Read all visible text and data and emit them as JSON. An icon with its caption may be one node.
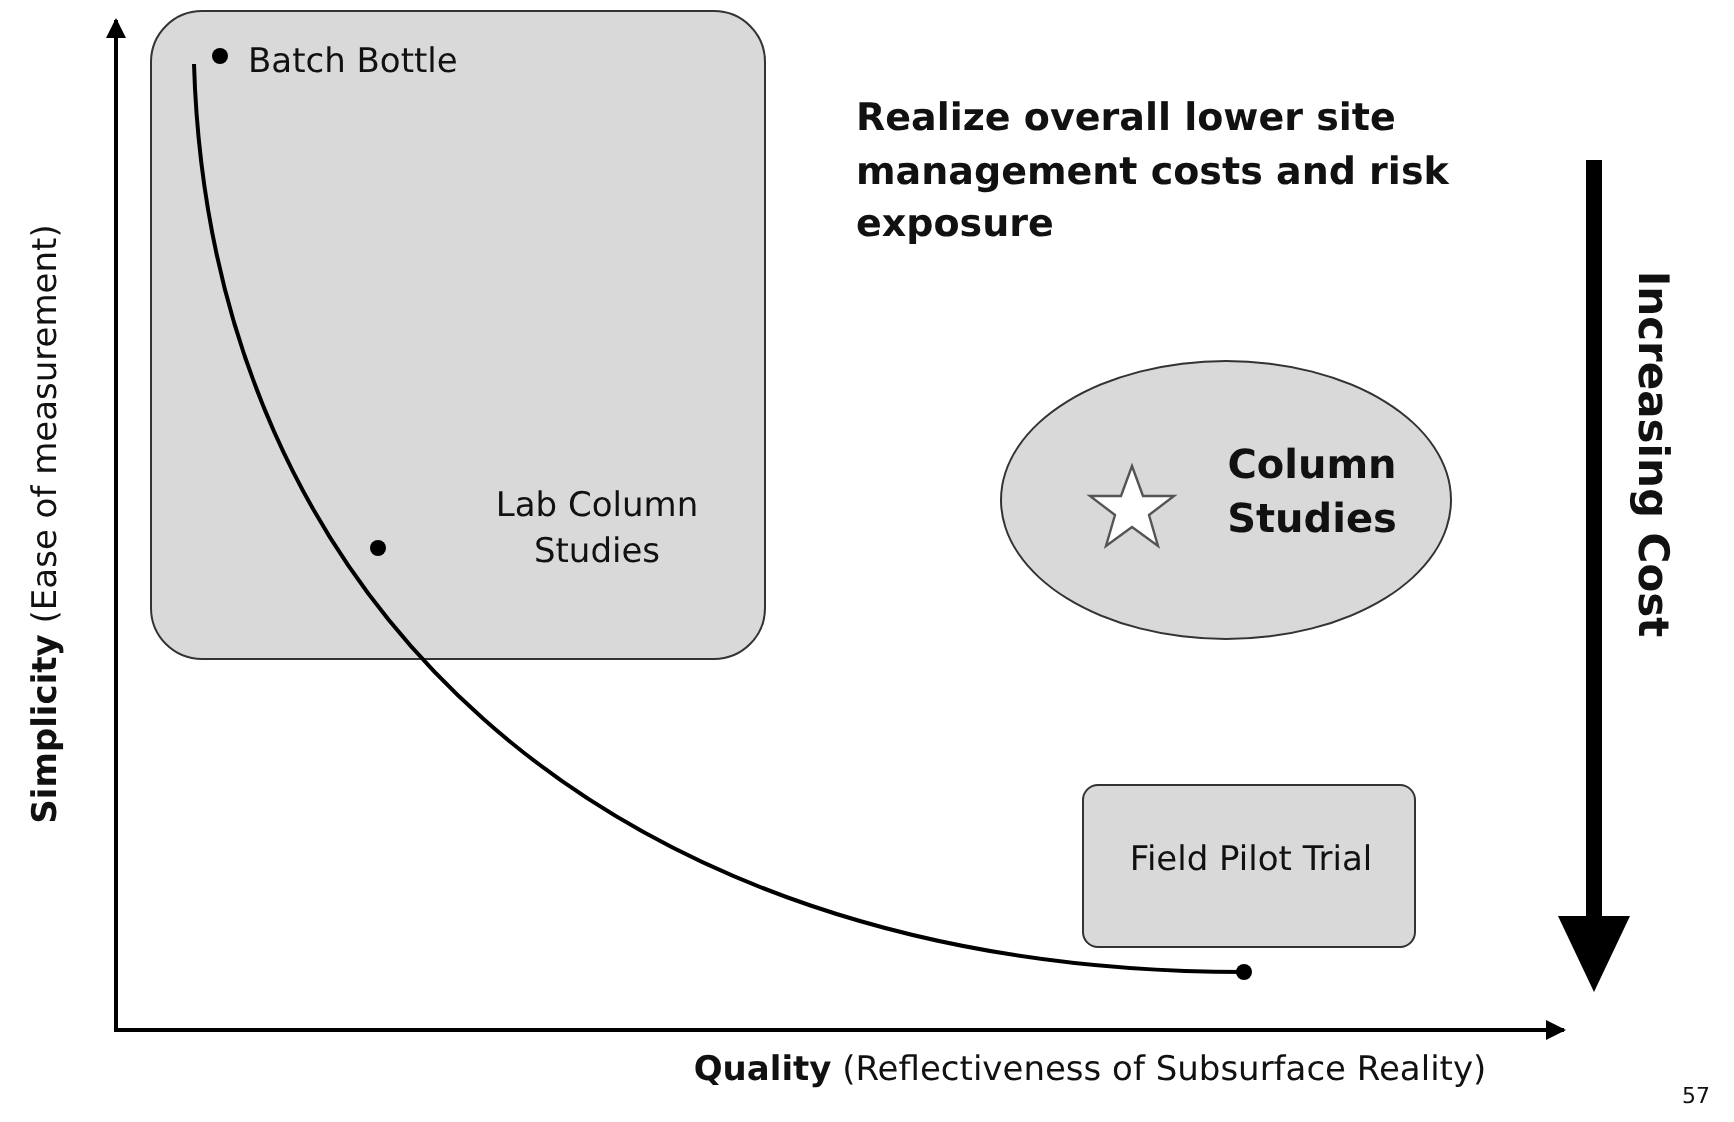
{
  "diagram": {
    "nodes": [
      {
        "text": [
          "Batch Bottle",
          "Lab Column Studies"
        ]
      },
      {
        "text": [
          "Column Studies"
        ]
      },
      {
        "text": [
          "Field Pilot Trial"
        ]
      }
    ],
    "edges": [],
    "labels": [
      "Realize overall lower site management costs and risk exposure",
      "Increasing Cost",
      "**Simplicity** (Ease of measurement)",
      "**Quality** (Reflectiveness of Subsurface Reality)",
      "57"
    ]
  }
}
